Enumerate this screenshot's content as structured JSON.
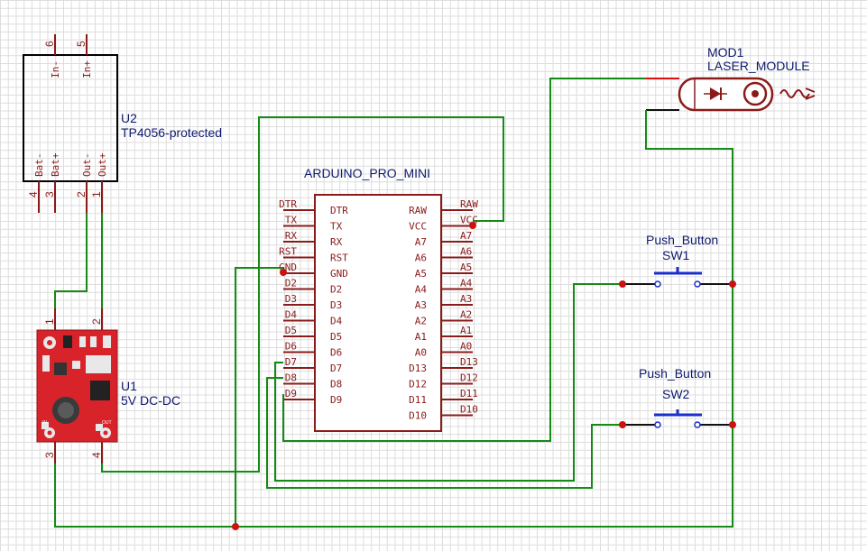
{
  "u2": {
    "ref": "U2",
    "value": "TP4056-protected",
    "pins_top": [
      {
        "num": "6",
        "label": "In-"
      },
      {
        "num": "5",
        "label": "In+"
      }
    ],
    "pins_bottom": [
      {
        "num": "4",
        "label": "Bat-"
      },
      {
        "num": "3",
        "label": "Bat+"
      },
      {
        "num": "2",
        "label": "Out-"
      },
      {
        "num": "1",
        "label": "Out+"
      }
    ]
  },
  "u1": {
    "ref": "U1",
    "value": "5V DC-DC",
    "pin_top_left": "1",
    "pin_top_right": "2",
    "pin_bottom_left": "3",
    "pin_bottom_right": "4",
    "board_in_text": "IN",
    "board_out_text": "OUT"
  },
  "arduino": {
    "title": "ARDUINO_PRO_MINI",
    "left_pins": [
      "DTR",
      "TX",
      "RX",
      "RST",
      "GND",
      "D2",
      "D3",
      "D4",
      "D5",
      "D6",
      "D7",
      "D8",
      "D9"
    ],
    "left_labels": [
      "DTR",
      "TX",
      "RX",
      "RST",
      "GND",
      "D2",
      "D3",
      "D4",
      "D5",
      "D6",
      "D7",
      "D8",
      "D9"
    ],
    "right_pins": [
      "RAW",
      "VCC",
      "A7",
      "A6",
      "A5",
      "A4",
      "A3",
      "A2",
      "A1",
      "A0",
      "D13",
      "D12",
      "D11",
      "D10"
    ],
    "right_labels": [
      "RAW",
      "VCC",
      "A7",
      "A6",
      "A5",
      "A4",
      "A3",
      "A2",
      "A1",
      "A0",
      "D13",
      "D12",
      "D11",
      "D10"
    ]
  },
  "mod1": {
    "ref": "MOD1",
    "value": "LASER_MODULE"
  },
  "sw1": {
    "name": "Push_Button",
    "ref": "SW1"
  },
  "sw2": {
    "name": "Push_Button",
    "ref": "SW2"
  },
  "colors": {
    "wire": "#168a16",
    "component": "#8b1a1a",
    "label": "#0d1a6e",
    "junction": "#cc1111",
    "board": "#d8232a",
    "button": "#1a2ecc"
  }
}
